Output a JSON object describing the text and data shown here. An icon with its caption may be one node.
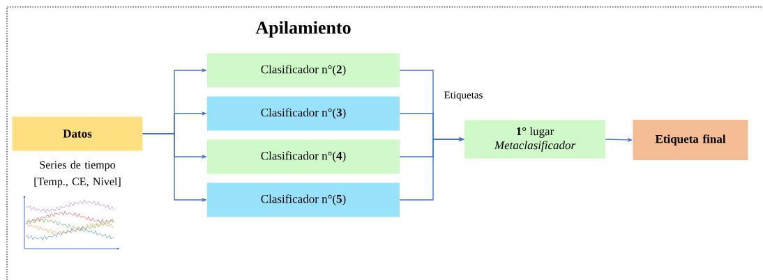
{
  "diagram": {
    "title": "Apilamiento",
    "nodes": [
      {
        "text": [
          "Datos"
        ],
        "beside": [
          "Series de tiempo [Temp., CE, Nivel]"
        ]
      },
      {
        "text": [
          "Clasificador n°(**2**)"
        ]
      },
      {
        "text": [
          "Clasificador n°(**3**)"
        ]
      },
      {
        "text": [
          "Clasificador n°(**4**)"
        ]
      },
      {
        "text": [
          "Clasificador n°(**5**)"
        ]
      },
      {
        "text": [
          "**1°** lugar",
          "Metaclasificador"
        ]
      },
      {
        "text": [
          "Etiqueta final"
        ]
      }
    ],
    "edges": [
      {
        "from": 0,
        "to": 1,
        "arrow": "to"
      },
      {
        "from": 0,
        "to": 2,
        "arrow": "to"
      },
      {
        "from": 0,
        "to": 3,
        "arrow": "to"
      },
      {
        "from": 0,
        "to": 4,
        "arrow": "to"
      },
      {
        "from": 1,
        "to": 5,
        "arrow": "to"
      },
      {
        "from": 2,
        "to": 5,
        "arrow": "to"
      },
      {
        "from": 3,
        "to": 5,
        "arrow": "to"
      },
      {
        "from": 4,
        "to": 5,
        "arrow": "to"
      },
      {
        "from": 5,
        "to": 6,
        "arrow": "to"
      }
    ],
    "labels": [
      "Etiquetas"
    ]
  }
}
